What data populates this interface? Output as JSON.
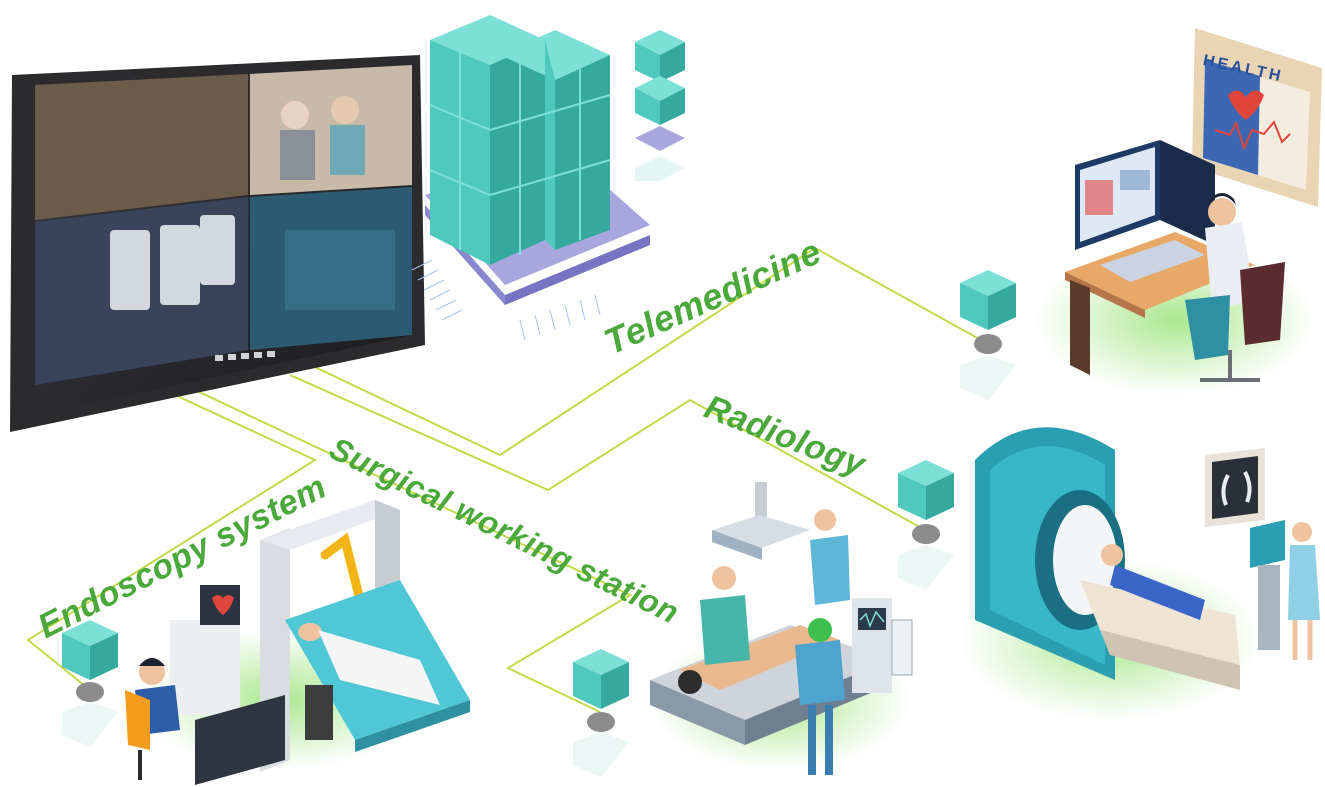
{
  "labels": {
    "telemedicine": "Telemedicine",
    "radiology": "Radiology",
    "surgical": "Surgical working station",
    "endoscopy": "Endoscopy system"
  },
  "poster": {
    "title": "HEALTH"
  },
  "colors": {
    "label_green": "#4aa93a",
    "cube_teal": "#4fc9bd",
    "line_green": "#c3d94a",
    "monitor_bezel": "#2b2b2e",
    "grid_purple": "#8a86cf"
  },
  "icons": [
    "server-cube-icon",
    "node-cube-icon",
    "mri-scanner-icon",
    "doctor-workstation-icon",
    "surgery-table-icon",
    "endoscopy-robot-icon"
  ]
}
